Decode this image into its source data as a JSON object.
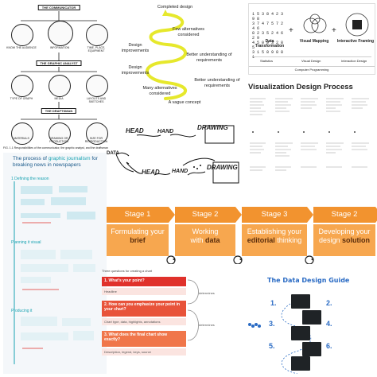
{
  "communicator": {
    "title_top": "THE COMMUNICATOR",
    "title_mid": "THE GRAPHIC ANALYST",
    "title_bot": "THE DRAFTSMAN",
    "top_circles": [
      "KNOW THE AUDIENCE",
      "INFORMATION",
      "TIME, PLACE, EQUIPMENT"
    ],
    "mid_circles": [
      "TYPE OF GRAPH",
      "MEDIA",
      "LAYOUTS AND SKETCHES"
    ],
    "bot_circles": [
      "MATERIALS",
      "DRAWING OR PRODUCTION",
      "SIZE FOR REPRODUCTION"
    ],
    "caption": "FIG. 1.1 Responsibilities of the communicator, the graphic analyst, and the draftsman"
  },
  "spiral": {
    "top": "Completed design",
    "few": "Few alternatives considered",
    "design_impr_1": "Design improvements",
    "better_1": "Better understanding of requirements",
    "design_impr_2": "Design improvements",
    "better_2": "Better understanding of requirements",
    "many": "Many alternatives considered",
    "vague": "A vague concept"
  },
  "data_transform": {
    "matrix": [
      "1 5 3 8 4 2 3 9 8",
      "3 7 4 7 5 7 2 4 6",
      "8 2 3 5 2 4 6 2 9",
      "4 5 0 9 3 2 8 5",
      "3 1 5 8 9 8 8 1"
    ],
    "labels": [
      "Data Transformation",
      "Visual Mapping",
      "Interactive Framing"
    ],
    "bottom": [
      "Statistics",
      "Visual Design",
      "Interaction Design"
    ],
    "footer": "Computer Programming"
  },
  "vdp": {
    "title": "Visualization Design Process"
  },
  "head_sketch": {
    "head": "HEAD",
    "hand": "HAND",
    "drawing": "DRAWING",
    "data": "DATA"
  },
  "gj": {
    "title_prefix": "The process of ",
    "title_highlight": "graphic journalism",
    "title_suffix": " for breaking news in newspapers",
    "step1": "1 Defining the reason",
    "step2": "Planning it visual",
    "step3": "Producing it"
  },
  "stages": [
    {
      "head": "Stage 1",
      "line1": "Formulating your",
      "bold": "brief",
      "line2": ""
    },
    {
      "head": "Stage 2",
      "line1": "Working",
      "bold": "data",
      "line2": "with "
    },
    {
      "head": "Stage 3",
      "line1": "Establishing your",
      "bold": "editorial",
      "line2": " thinking"
    },
    {
      "head": "Stage 2",
      "line1": "Developing your",
      "bold": "solution",
      "line2": "design "
    }
  ],
  "questions": {
    "header": "Three questions for creating a chart",
    "q1": "1. What's your point?",
    "q1_sub": "Headline",
    "q2": "2. How can you emphasize your point in your chart?",
    "q2_sub": "Chart type, data, highlights, annotations",
    "q3": "3. What does the final chart show exactly?",
    "q3_sub": "Description, legend, keys, source",
    "side1": "determines",
    "side2": "determines"
  },
  "ddg": {
    "title": "The Data Design Guide",
    "nums": [
      "1.",
      "2.",
      "3.",
      "4.",
      "5.",
      "6."
    ]
  },
  "colors": {
    "orange_head": "#f2932f",
    "orange_body": "#f7a74f",
    "red": "#e0312b",
    "blue": "#2a6bc4",
    "teal": "#1aa3b2"
  }
}
